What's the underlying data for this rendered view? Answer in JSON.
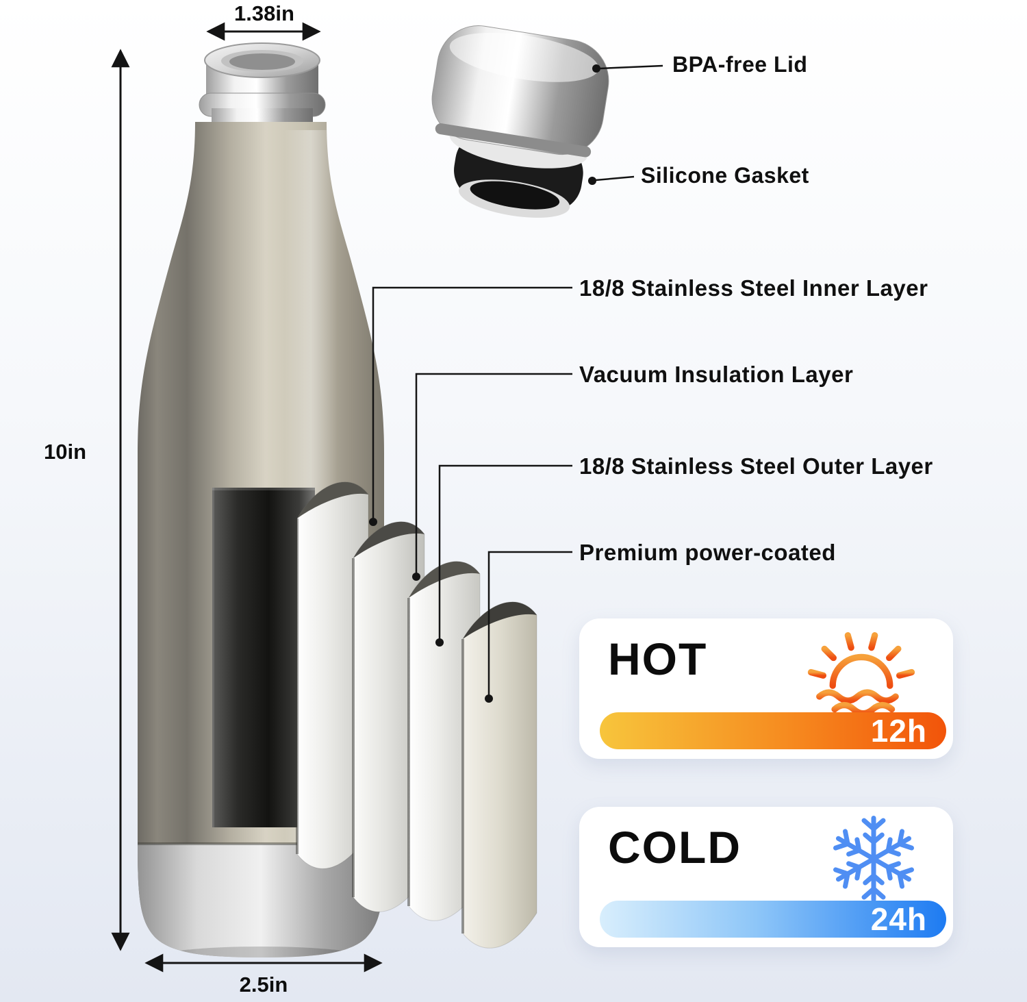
{
  "dimensions": {
    "mouth": "1.38in",
    "height": "10in",
    "base": "2.5in"
  },
  "lid": {
    "lid_label": "BPA-free Lid",
    "gasket_label": "Silicone Gasket"
  },
  "layers": [
    {
      "label": "18/8 Stainless Steel Inner Layer"
    },
    {
      "label": "Vacuum Insulation Layer"
    },
    {
      "label": "18/8 Stainless Steel Outer Layer"
    },
    {
      "label": "Premium power-coated"
    }
  ],
  "badges": {
    "hot": {
      "title": "HOT",
      "duration": "12h",
      "icon": "sun-icon",
      "bar_start": "#F7C53C",
      "bar_end": "#F2540A"
    },
    "cold": {
      "title": "COLD",
      "duration": "24h",
      "icon": "snowflake-icon",
      "bar_start": "#D8EEFC",
      "bar_end": "#1E7BF2"
    }
  },
  "colors": {
    "background_top": "#FFFFFF",
    "background_bottom": "#E3E8F2",
    "text": "#101010",
    "hot_accent": "#F1582A",
    "cold_accent": "#4F8EF3",
    "bottle_body": "#C7C2B1",
    "steel": "#C9C9C9"
  }
}
